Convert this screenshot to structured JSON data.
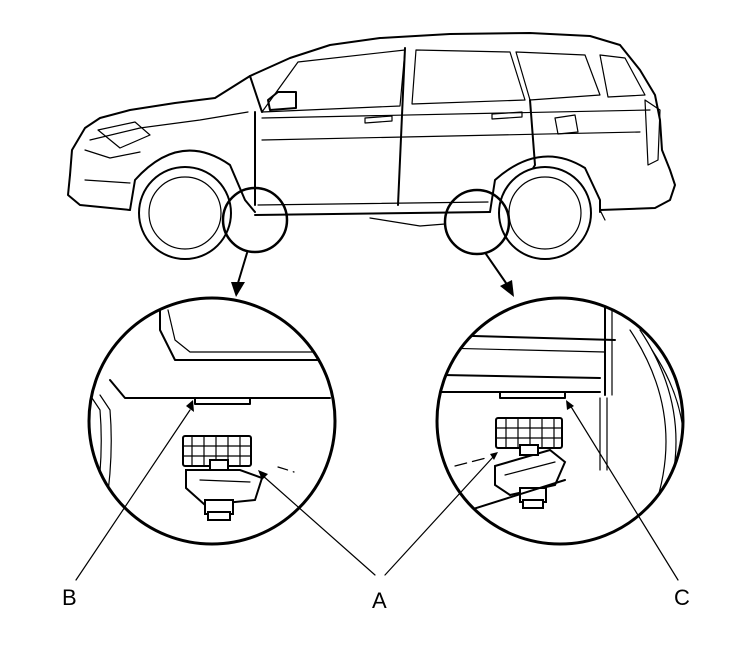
{
  "callouts": {
    "a": "A",
    "b": "B",
    "c": "C"
  },
  "colors": {
    "ink": "#000000",
    "paper": "#ffffff"
  },
  "icons": [
    "vehicle-side-view",
    "jack-point-detail-front",
    "jack-point-detail-rear",
    "lift-pad-adapter"
  ]
}
